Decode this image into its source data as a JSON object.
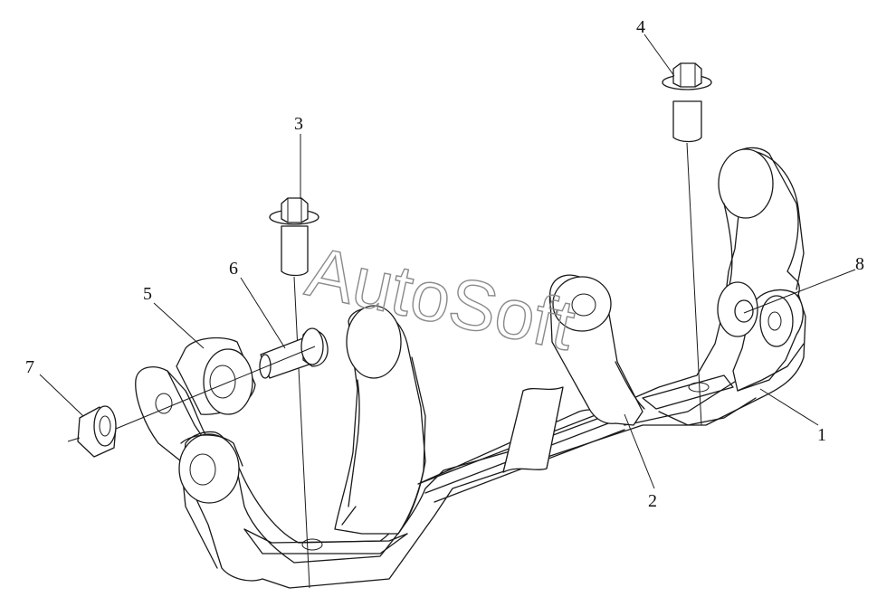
{
  "watermark": "AutoSoft",
  "callouts": [
    {
      "id": "1",
      "label": "1"
    },
    {
      "id": "2",
      "label": "2"
    },
    {
      "id": "3",
      "label": "3"
    },
    {
      "id": "4",
      "label": "4"
    },
    {
      "id": "5",
      "label": "5"
    },
    {
      "id": "6",
      "label": "6"
    },
    {
      "id": "7",
      "label": "7"
    },
    {
      "id": "8",
      "label": "8"
    }
  ],
  "colors": {
    "line": "#1a1a1a",
    "watermark": "#8a8a8a",
    "background": "#ffffff"
  }
}
